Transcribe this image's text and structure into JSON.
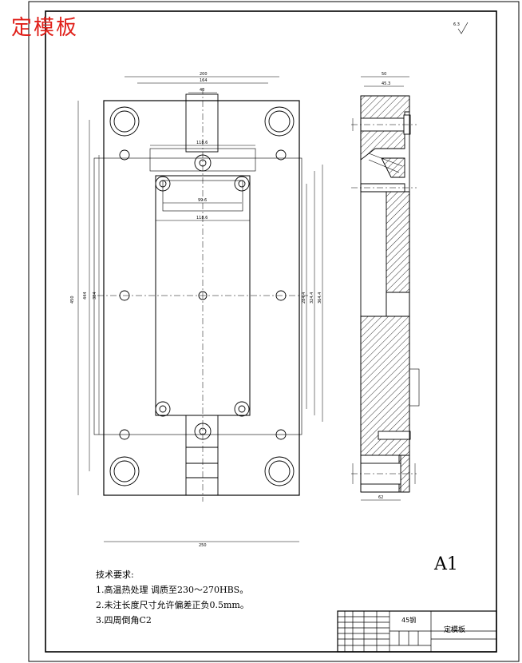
{
  "title_stamp": "定模板",
  "sheet_size": "A1",
  "technical_requirements": {
    "heading": "技术要求:",
    "items": [
      "1.高温热处理 调质至230～270HBS。",
      "2.未注长度尺寸允许偏差正负0.5mm。",
      "3.四周倒角C2"
    ]
  },
  "title_block": {
    "material": "45钢",
    "part_name": "定模板"
  },
  "roughness_note": "6.3",
  "dimensions": {
    "top_200": "200",
    "top_164": "164",
    "top_40": "40",
    "width_250": "250",
    "height_450": "450",
    "height_444": "444",
    "height_384": "384",
    "center_118": "118.6",
    "center_99": "99.6",
    "center_118b": "118.6",
    "right_284": "284.4",
    "right_324": "324.4",
    "right_364": "364.4",
    "side_50": "50",
    "side_45": "45.3",
    "side_62": "62"
  },
  "colors": {
    "title_red": "#e0201a",
    "line": "#000000"
  }
}
